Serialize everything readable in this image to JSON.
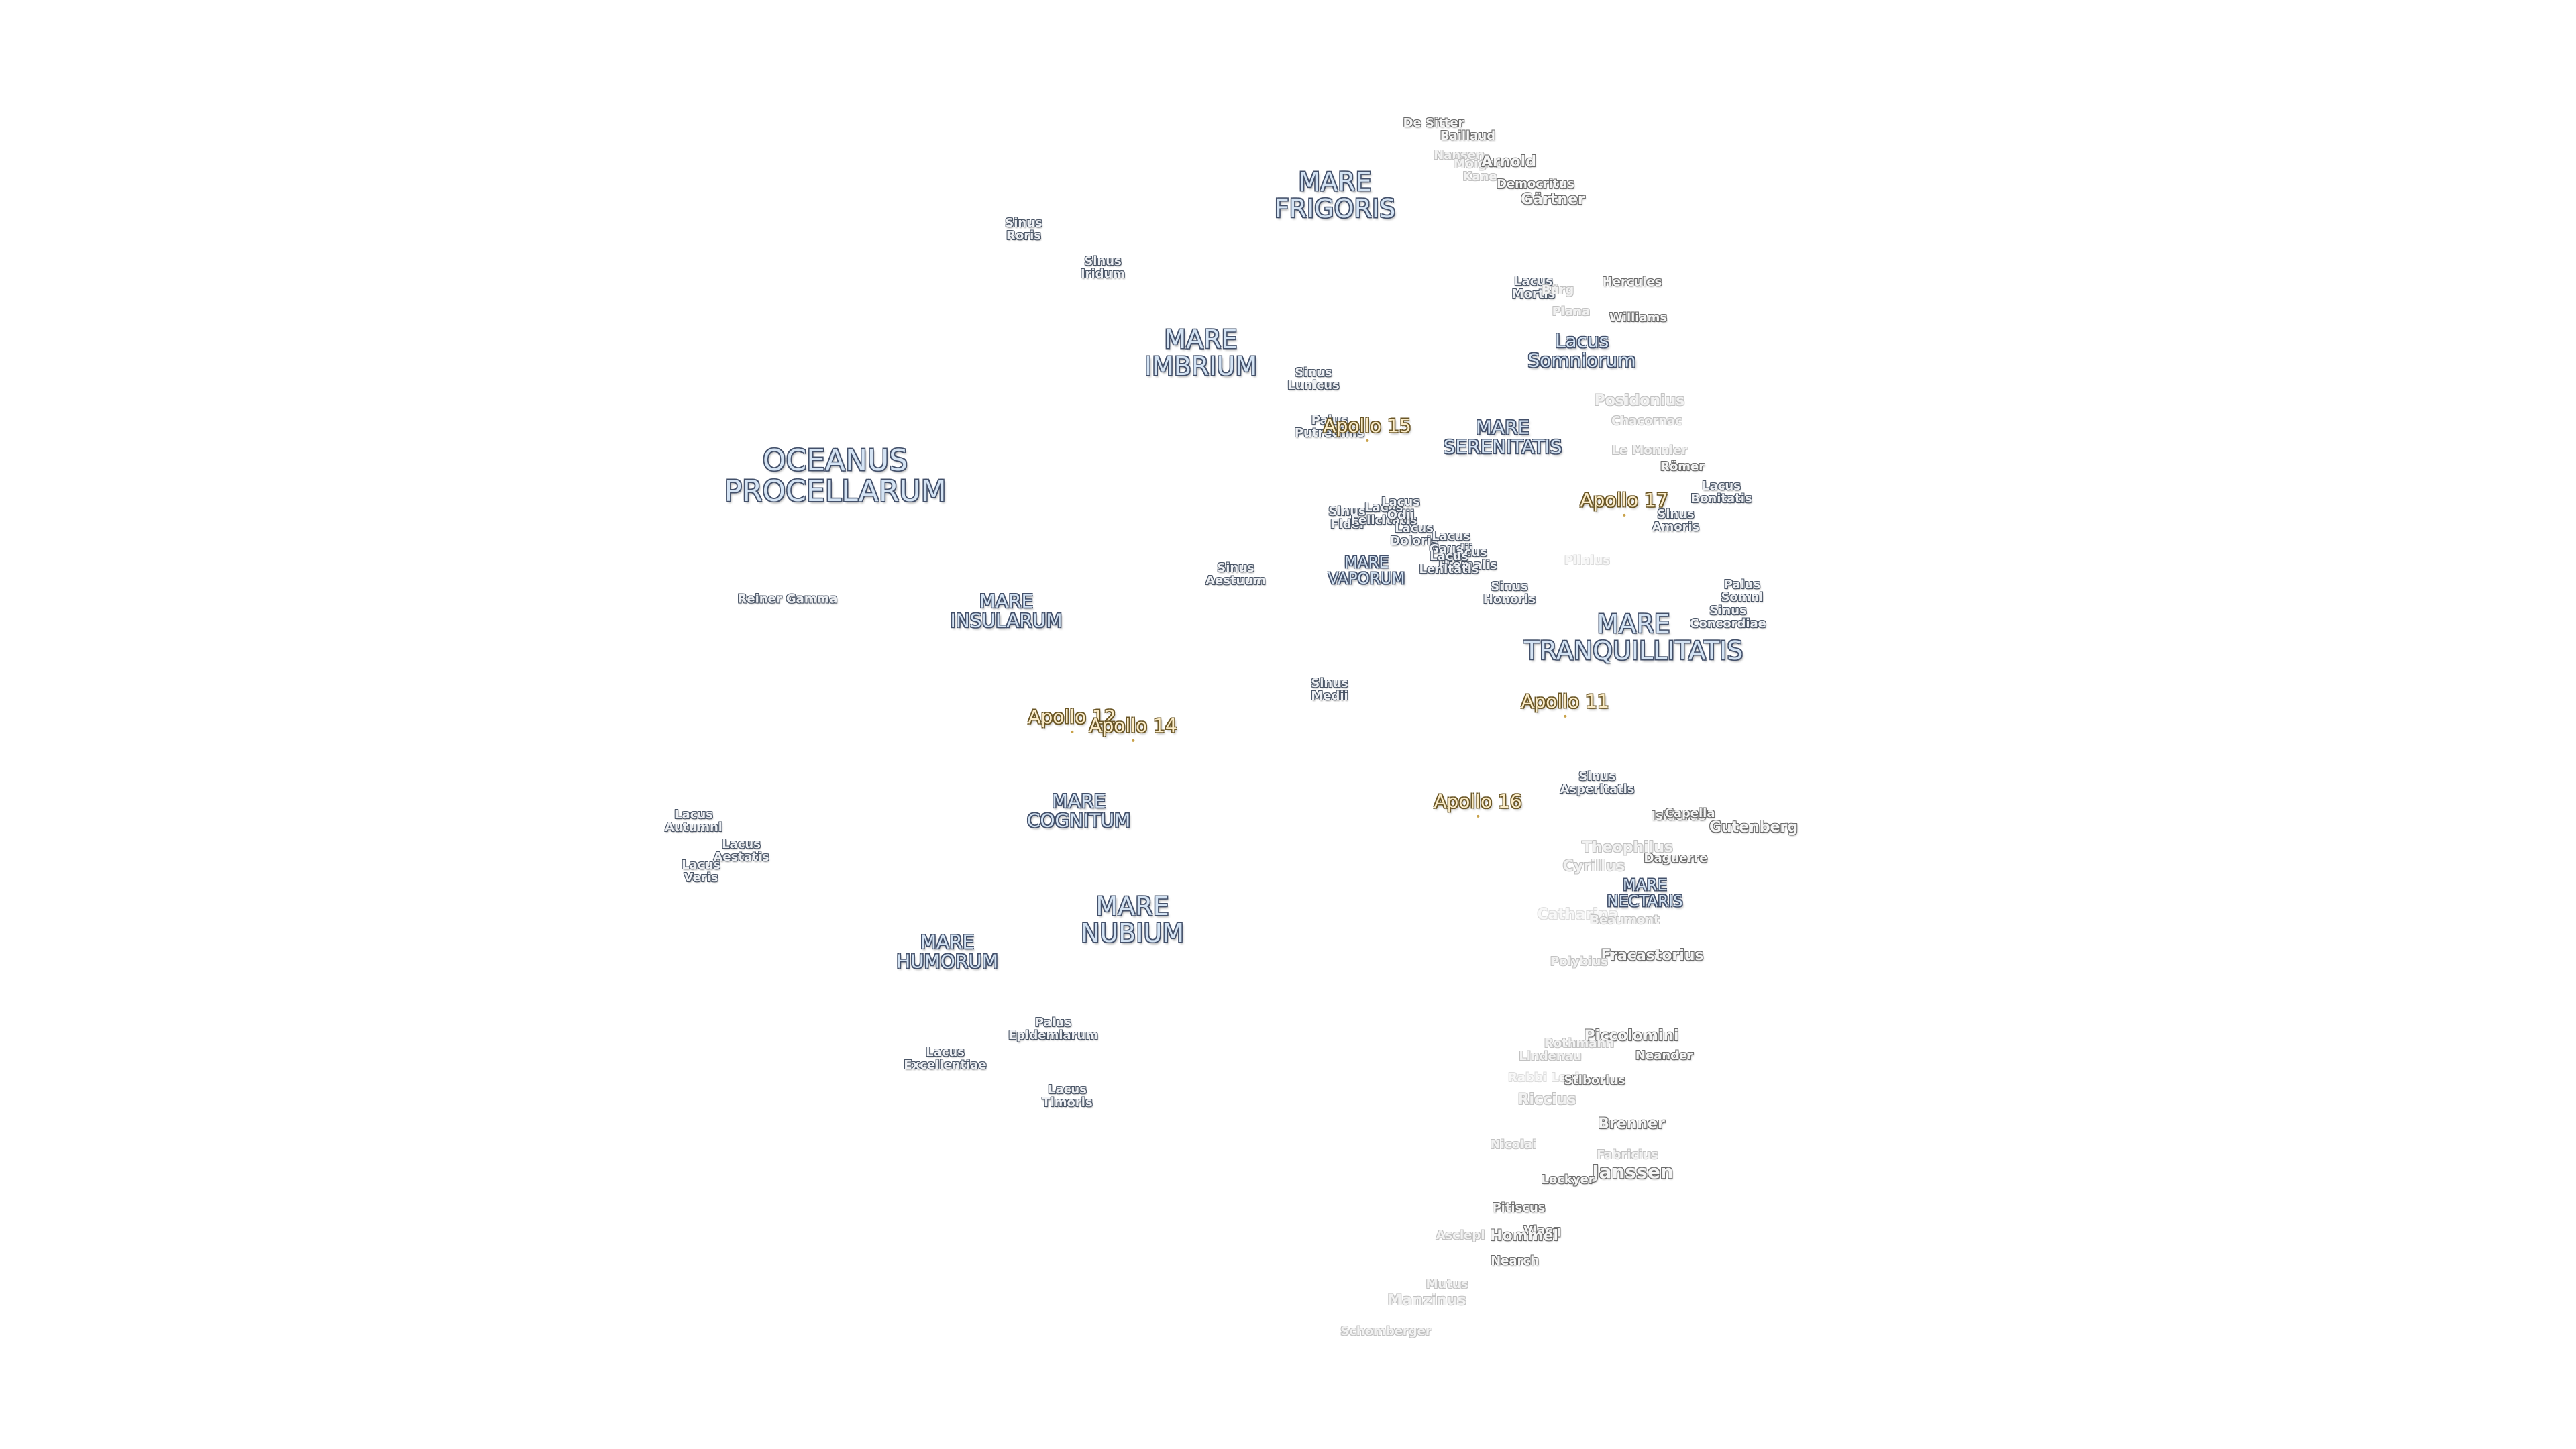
{
  "map": {
    "seas": [
      {
        "id": "oceanus-procellarum",
        "lines": [
          "OCEANUS",
          "PROCELLARUM"
        ],
        "kind": "ocean"
      },
      {
        "id": "mare-frigoris",
        "lines": [
          "MARE",
          "FRIGORIS"
        ],
        "kind": "major"
      },
      {
        "id": "mare-imbrium",
        "lines": [
          "MARE",
          "IMBRIUM"
        ],
        "kind": "major"
      },
      {
        "id": "mare-serenitatis",
        "lines": [
          "MARE",
          "SERENITATIS"
        ],
        "kind": "minor"
      },
      {
        "id": "mare-tranquillitatis",
        "lines": [
          "MARE",
          "TRANQUILLITATIS"
        ],
        "kind": "major"
      },
      {
        "id": "mare-insularum",
        "lines": [
          "MARE",
          "INSULARUM"
        ],
        "kind": "minor"
      },
      {
        "id": "mare-cognitum",
        "lines": [
          "MARE",
          "COGNITUM"
        ],
        "kind": "minor"
      },
      {
        "id": "mare-nubium",
        "lines": [
          "MARE",
          "NUBIUM"
        ],
        "kind": "major"
      },
      {
        "id": "mare-humorum",
        "lines": [
          "MARE",
          "HUMORUM"
        ],
        "kind": "minor"
      },
      {
        "id": "mare-vaporum",
        "lines": [
          "MARE",
          "VAPORUM"
        ],
        "kind": "small"
      },
      {
        "id": "mare-nectaris",
        "lines": [
          "MARE",
          "NECTARIS"
        ],
        "kind": "small"
      },
      {
        "id": "lacus-somniorum",
        "lines": [
          "Lacus",
          "Somniorum"
        ],
        "kind": "minor"
      }
    ],
    "features": [
      {
        "id": "sinus-roris",
        "lines": [
          "Sinus",
          "Roris"
        ]
      },
      {
        "id": "sinus-iridum",
        "lines": [
          "Sinus",
          "Iridum"
        ]
      },
      {
        "id": "sinus-lunicus",
        "lines": [
          "Sinus",
          "Lunicus"
        ]
      },
      {
        "id": "palus-putredinis",
        "lines": [
          "Palus",
          "Putredinis"
        ]
      },
      {
        "id": "lacus-mortis",
        "lines": [
          "Lacus",
          "Mortis"
        ]
      },
      {
        "id": "sinus-aestuum",
        "lines": [
          "Sinus",
          "Aestuum"
        ]
      },
      {
        "id": "sinus-fidei",
        "lines": [
          "Sinus",
          "Fidei"
        ]
      },
      {
        "id": "lacus-felicitatis",
        "lines": [
          "Lacus",
          "Felicitatis"
        ]
      },
      {
        "id": "lacus-odii",
        "lines": [
          "Lacus",
          "Odii"
        ]
      },
      {
        "id": "lacus-doloris",
        "lines": [
          "Lacus",
          "Doloris"
        ]
      },
      {
        "id": "lacus-gaudii",
        "lines": [
          "Lacus",
          "Gaudii"
        ]
      },
      {
        "id": "lacus-hiemalis",
        "lines": [
          "Lacus",
          "Hiemalis"
        ]
      },
      {
        "id": "lacus-lenitatis",
        "lines": [
          "Lacus",
          "Lenitatis"
        ]
      },
      {
        "id": "sinus-honoris",
        "lines": [
          "Sinus",
          "Honoris"
        ]
      },
      {
        "id": "sinus-amoris",
        "lines": [
          "Sinus",
          "Amoris"
        ]
      },
      {
        "id": "lacus-bonitatis",
        "lines": [
          "Lacus",
          "Bonitatis"
        ]
      },
      {
        "id": "palus-somni",
        "lines": [
          "Palus",
          "Somni"
        ]
      },
      {
        "id": "sinus-concordiae",
        "lines": [
          "Sinus",
          "Concordiae"
        ]
      },
      {
        "id": "sinus-medii",
        "lines": [
          "Sinus",
          "Medii"
        ]
      },
      {
        "id": "sinus-asperitatis",
        "lines": [
          "Sinus",
          "Asperitatis"
        ]
      },
      {
        "id": "lacus-autumni",
        "lines": [
          "Lacus",
          "Autumni"
        ]
      },
      {
        "id": "lacus-aestatis",
        "lines": [
          "Lacus",
          "Aestatis"
        ]
      },
      {
        "id": "lacus-veris",
        "lines": [
          "Lacus",
          "Veris"
        ]
      },
      {
        "id": "palus-epidemiarum",
        "lines": [
          "Palus",
          "Epidemiarum"
        ]
      },
      {
        "id": "lacus-excellentiae",
        "lines": [
          "Lacus",
          "Excellentiae"
        ]
      },
      {
        "id": "lacus-timoris",
        "lines": [
          "Lacus",
          "Timoris"
        ]
      },
      {
        "id": "reiner-gamma",
        "lines": [
          "Reiner Gamma"
        ]
      }
    ],
    "craters": [
      {
        "id": "de-sitter",
        "name": "De Sitter",
        "tone": "dark",
        "size": "normal"
      },
      {
        "id": "baillaud",
        "name": "Baillaud",
        "tone": "dark",
        "size": "normal"
      },
      {
        "id": "nansen",
        "name": "Nansen",
        "tone": "faint",
        "size": "normal"
      },
      {
        "id": "moigno",
        "name": "Moigno",
        "tone": "faint",
        "size": "normal"
      },
      {
        "id": "arnold",
        "name": "Arnold",
        "tone": "dark",
        "size": "big"
      },
      {
        "id": "kane",
        "name": "Kane",
        "tone": "faint",
        "size": "normal"
      },
      {
        "id": "democritus",
        "name": "Democritus",
        "tone": "dark",
        "size": "normal"
      },
      {
        "id": "gartner",
        "name": "Gärtner",
        "tone": "dark",
        "size": "big"
      },
      {
        "id": "hercules",
        "name": "Hercules",
        "tone": "dark",
        "size": "normal"
      },
      {
        "id": "burg",
        "name": "Bürg",
        "tone": "faint",
        "size": "normal"
      },
      {
        "id": "plana",
        "name": "Plana",
        "tone": "faint",
        "size": "normal"
      },
      {
        "id": "williams",
        "name": "Williams",
        "tone": "dark",
        "size": "normal"
      },
      {
        "id": "posidonius",
        "name": "Posidonius",
        "tone": "faint",
        "size": "big"
      },
      {
        "id": "chacornac",
        "name": "Chacornac",
        "tone": "faint",
        "size": "normal"
      },
      {
        "id": "le-monnier",
        "name": "Le Monnier",
        "tone": "faint",
        "size": "normal"
      },
      {
        "id": "romer",
        "name": "Römer",
        "tone": "dark",
        "size": "normal"
      },
      {
        "id": "plinius",
        "name": "Plinius",
        "tone": "vfaint",
        "size": "normal"
      },
      {
        "id": "isidorus",
        "name": "Isidorus",
        "tone": "dark",
        "size": "normal"
      },
      {
        "id": "capella",
        "name": "Capella",
        "tone": "dark",
        "size": "normal"
      },
      {
        "id": "gutenberg",
        "name": "Gutenberg",
        "tone": "dark",
        "size": "big"
      },
      {
        "id": "theophilus",
        "name": "Theophilus",
        "tone": "faint",
        "size": "big"
      },
      {
        "id": "cyrillus",
        "name": "Cyrillus",
        "tone": "faint",
        "size": "big"
      },
      {
        "id": "daguerre",
        "name": "Daguerre",
        "tone": "dark",
        "size": "normal"
      },
      {
        "id": "catharina",
        "name": "Catharina",
        "tone": "vfaint",
        "size": "big"
      },
      {
        "id": "beaumont",
        "name": "Beaumont",
        "tone": "faint",
        "size": "normal"
      },
      {
        "id": "fracastorius",
        "name": "Fracastorius",
        "tone": "dark",
        "size": "big"
      },
      {
        "id": "polybius",
        "name": "Polybius",
        "tone": "faint",
        "size": "normal"
      },
      {
        "id": "piccolomini",
        "name": "Piccolomini",
        "tone": "dark",
        "size": "big"
      },
      {
        "id": "rothmann",
        "name": "Rothmann",
        "tone": "faint",
        "size": "normal"
      },
      {
        "id": "neander",
        "name": "Neander",
        "tone": "dark",
        "size": "normal"
      },
      {
        "id": "lindenau",
        "name": "Lindenau",
        "tone": "faint",
        "size": "normal"
      },
      {
        "id": "rabbi-levi",
        "name": "Rabbi Levi",
        "tone": "vfaint",
        "size": "normal"
      },
      {
        "id": "stiborius",
        "name": "Stiborius",
        "tone": "dark",
        "size": "normal"
      },
      {
        "id": "riccius",
        "name": "Riccius",
        "tone": "faint",
        "size": "big"
      },
      {
        "id": "brenner",
        "name": "Brenner",
        "tone": "dark",
        "size": "big"
      },
      {
        "id": "nicolai",
        "name": "Nicolai",
        "tone": "faint",
        "size": "normal"
      },
      {
        "id": "fabricius",
        "name": "Fabricius",
        "tone": "faint",
        "size": "normal"
      },
      {
        "id": "janssen",
        "name": "Janssen",
        "tone": "dark",
        "size": "xl"
      },
      {
        "id": "lockyer",
        "name": "Lockyer",
        "tone": "dark",
        "size": "normal"
      },
      {
        "id": "pitiscus",
        "name": "Pitiscus",
        "tone": "dark",
        "size": "normal"
      },
      {
        "id": "vlacq",
        "name": "Vlacq",
        "tone": "dark",
        "size": "normal"
      },
      {
        "id": "asclepi",
        "name": "Asclepi",
        "tone": "faint",
        "size": "normal"
      },
      {
        "id": "hommel",
        "name": "Hommel",
        "tone": "dark",
        "size": "big"
      },
      {
        "id": "nearch",
        "name": "Nearch",
        "tone": "dark",
        "size": "normal"
      },
      {
        "id": "mutus",
        "name": "Mutus",
        "tone": "faint",
        "size": "normal"
      },
      {
        "id": "manzinus",
        "name": "Manzinus",
        "tone": "faint",
        "size": "big"
      },
      {
        "id": "schomberger",
        "name": "Schomberger",
        "tone": "faint",
        "size": "normal"
      }
    ],
    "apollo_sites": [
      {
        "id": "apollo-11",
        "name": "Apollo 11"
      },
      {
        "id": "apollo-12",
        "name": "Apollo 12"
      },
      {
        "id": "apollo-14",
        "name": "Apollo 14"
      },
      {
        "id": "apollo-15",
        "name": "Apollo 15"
      },
      {
        "id": "apollo-16",
        "name": "Apollo 16"
      },
      {
        "id": "apollo-17",
        "name": "Apollo 17"
      }
    ]
  }
}
